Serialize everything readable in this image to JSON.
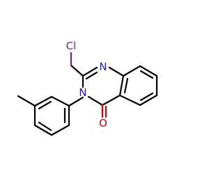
{
  "molecule": {
    "atoms": {
      "cl": {
        "label": "Cl",
        "color": "#7a1f8a"
      },
      "n1": {
        "label": "N",
        "color": "#1a1ad4"
      },
      "n3": {
        "label": "N",
        "color": "#1a1ad4"
      },
      "o": {
        "label": "O",
        "color": "#d40000"
      }
    }
  }
}
